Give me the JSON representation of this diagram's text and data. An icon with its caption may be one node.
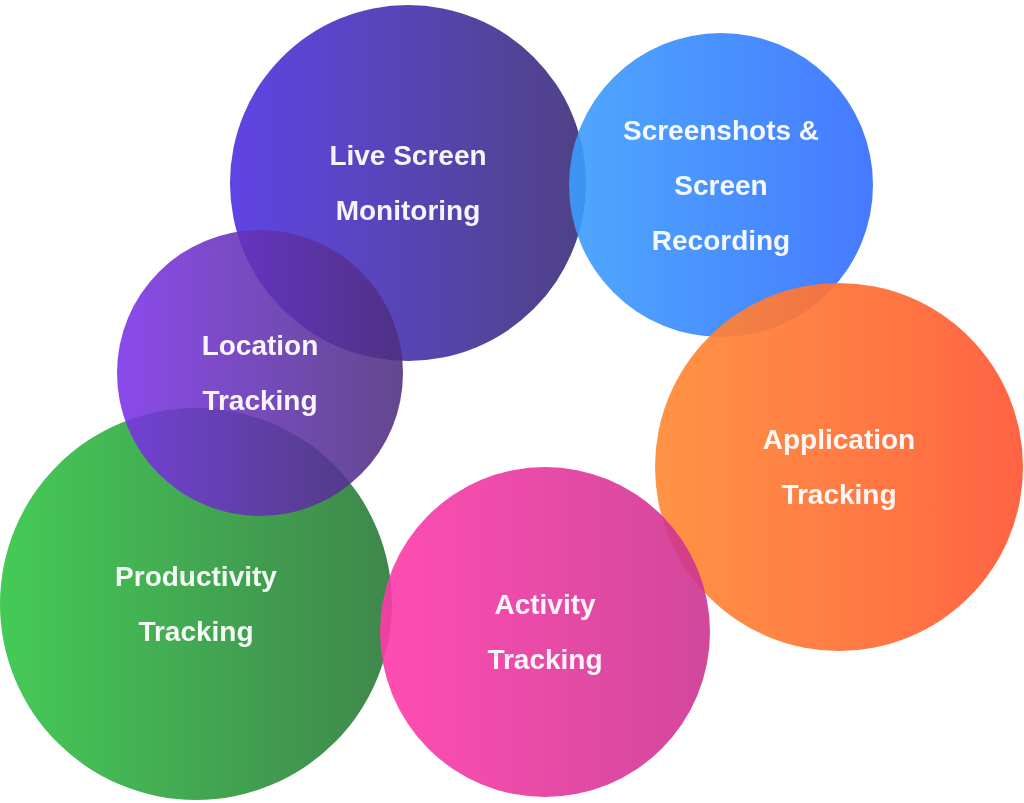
{
  "diagram": {
    "nodes": [
      {
        "text": [
          "Live Screen Monitoring"
        ]
      },
      {
        "text": [
          "Screenshots & Screen Recording"
        ]
      },
      {
        "text": [
          "Location Tracking"
        ]
      },
      {
        "text": [
          "Application Tracking"
        ]
      },
      {
        "text": [
          "Productivity Tracking"
        ]
      },
      {
        "text": [
          "Activity Tracking"
        ]
      }
    ]
  }
}
